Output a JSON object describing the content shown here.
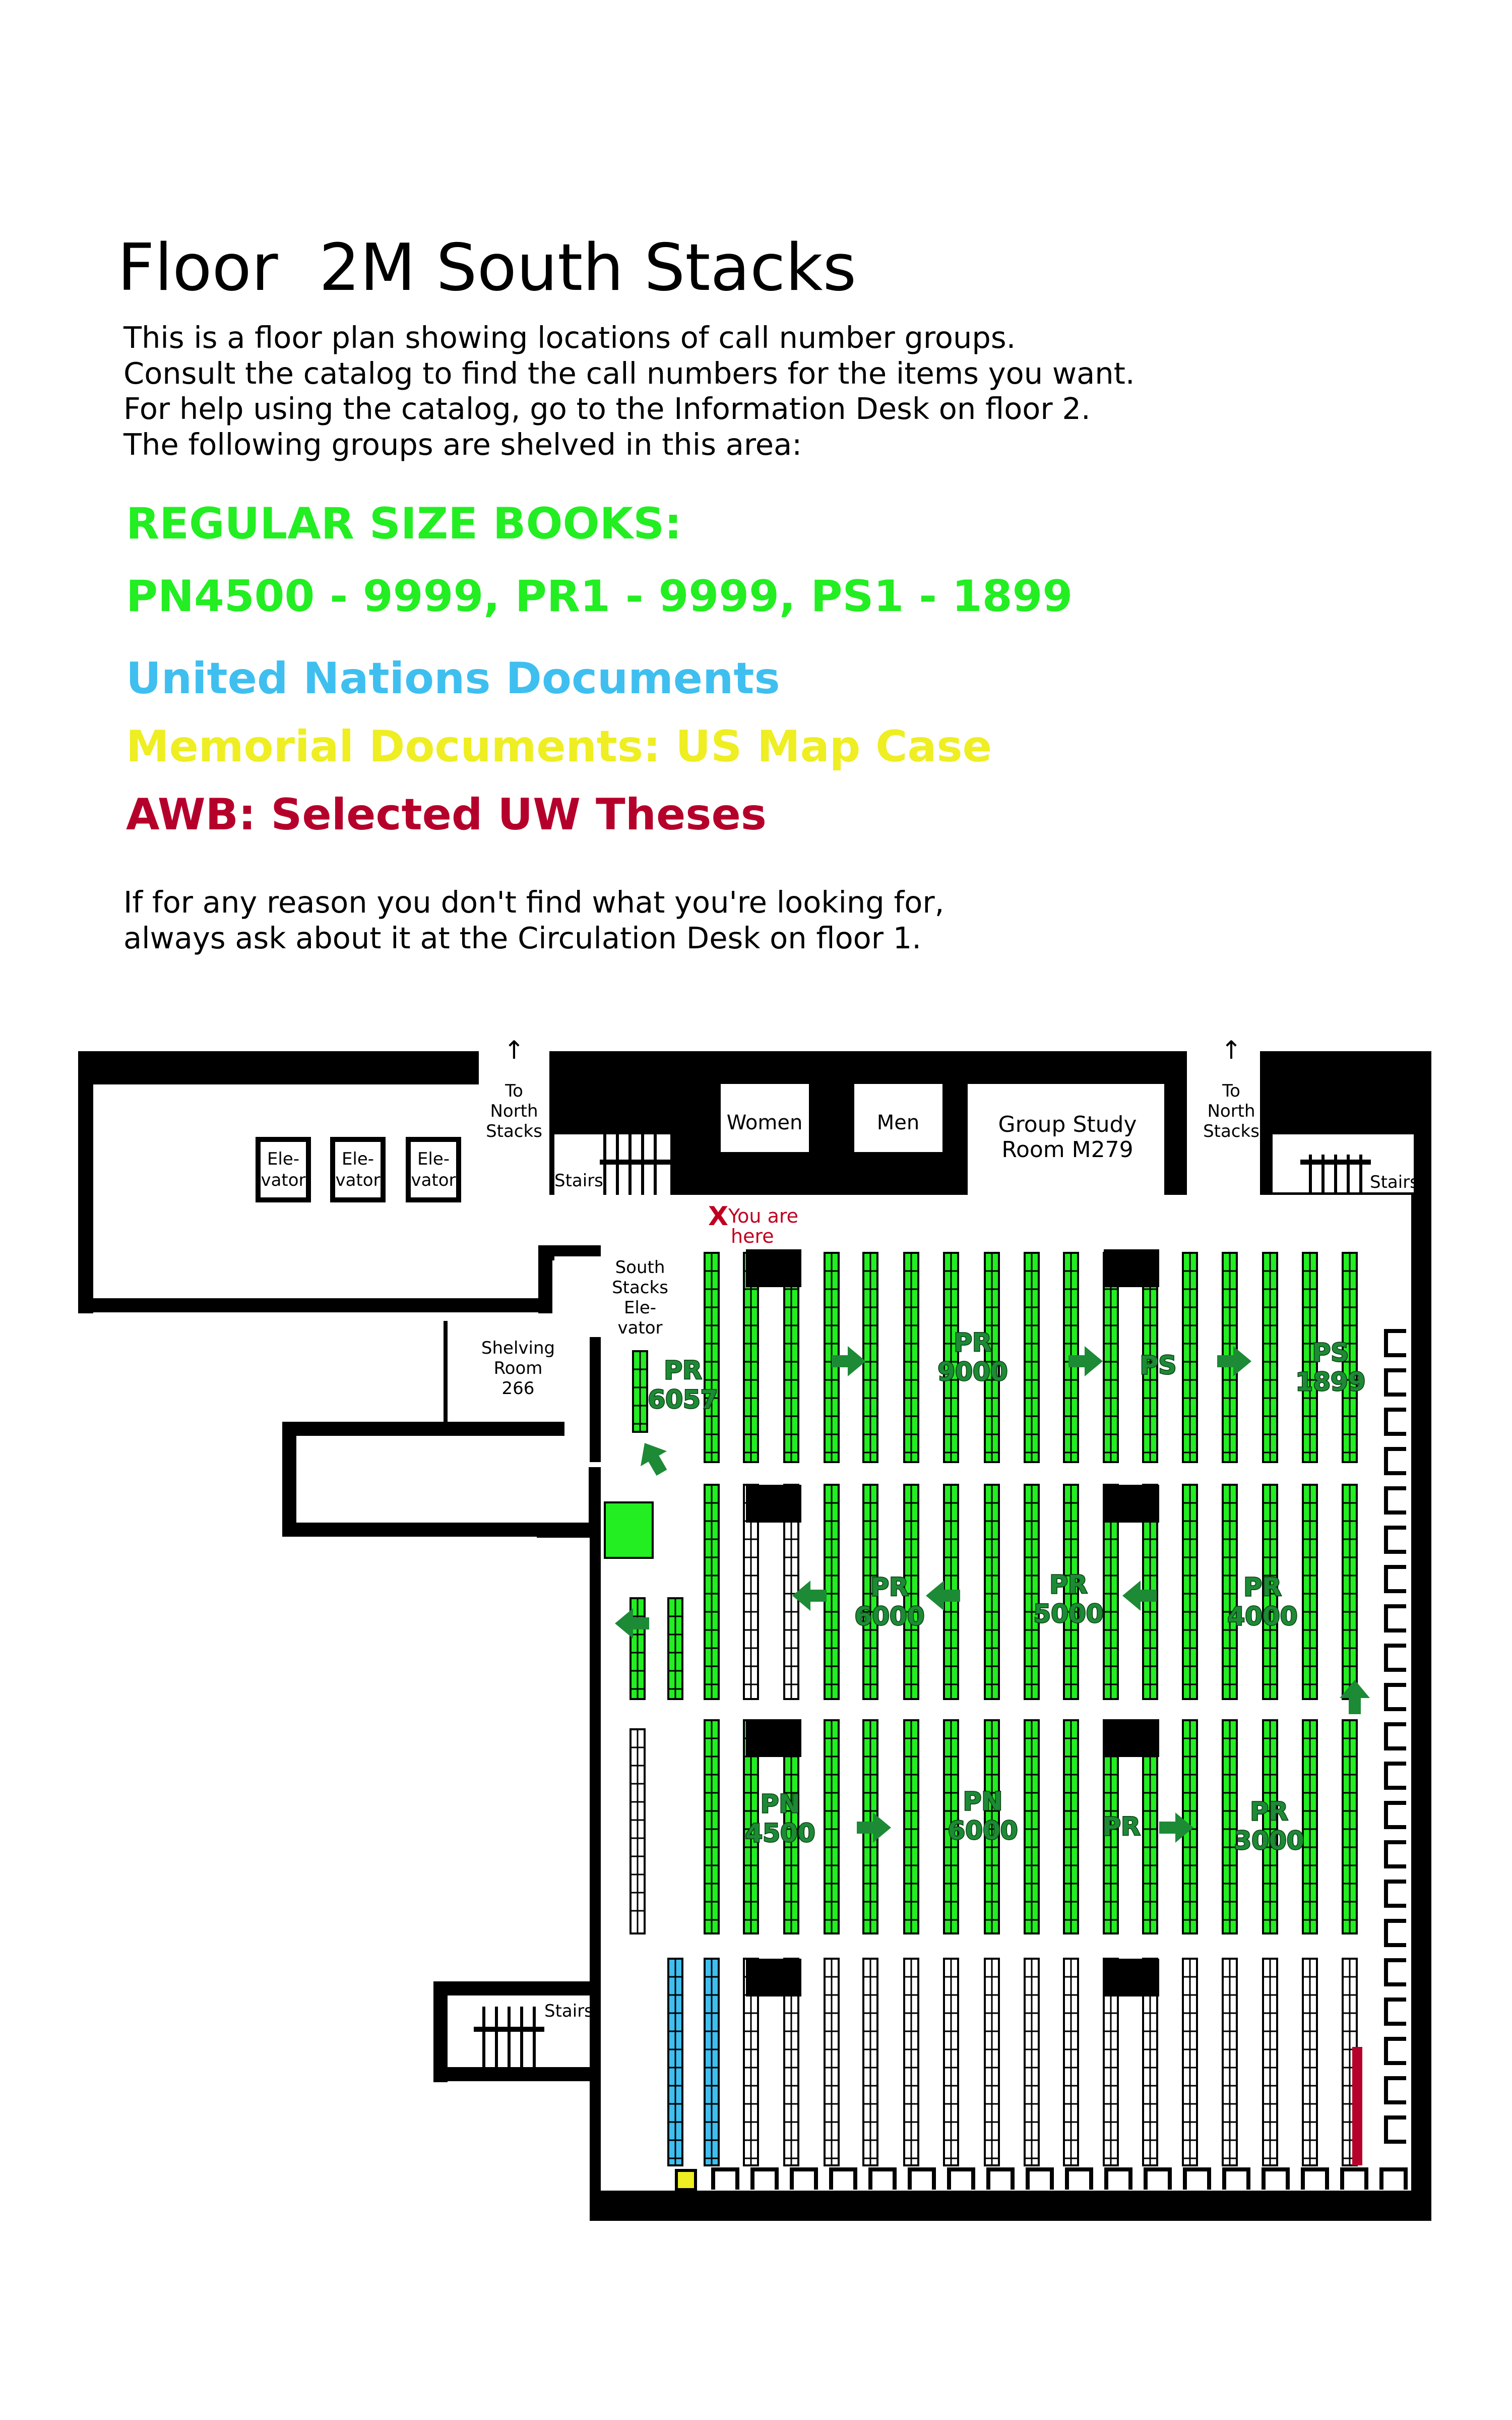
{
  "title": "Floor  2M South Stacks",
  "intro_lines": [
    "This is a floor plan showing locations of call number groups.",
    "Consult the catalog to find the call numbers for the items you want.",
    "For help using the catalog, go to the Information Desk on floor 2.",
    "The following groups are shelved in this area:"
  ],
  "legend": {
    "regular_heading": "REGULAR SIZE BOOKS:",
    "regular_ranges": "PN4500 - 9999, PR1 - 9999, PS1 - 1899",
    "un_docs": "United Nations Documents",
    "memorial_docs": "Memorial Documents: US Map Case",
    "awb": "AWB: Selected UW Theses"
  },
  "help_lines": [
    "If for any reason you don't find what you're looking for,",
    "always ask about it at the Circulation Desk on floor 1."
  ],
  "colors": {
    "regular": "#22ee22",
    "un": "#3fbfef",
    "memorial": "#eeee22",
    "awb": "#b5002b",
    "group_label": "#1d8a36",
    "walls": "#000000",
    "you_are_here": "#c0001f"
  },
  "map": {
    "elevator_label_1": "Ele-",
    "elevator_label_2": "vator",
    "to_north_stacks": [
      "To",
      "North",
      "Stacks"
    ],
    "stairs": "Stairs",
    "women": "Women",
    "men": "Men",
    "group_study": [
      "Group Study",
      "Room M279"
    ],
    "you_are_here_marker": "X",
    "you_are_here": [
      "You are",
      "here"
    ],
    "south_stacks_elevator": [
      "South",
      "Stacks",
      "Ele-",
      "vator"
    ],
    "shelving_room": [
      "Shelving",
      "Room",
      "266"
    ],
    "groups": [
      {
        "top": "PR",
        "bottom": "6057"
      },
      {
        "top": "PR",
        "bottom": "9000"
      },
      {
        "top": "PS",
        "bottom": ""
      },
      {
        "top": "PS",
        "bottom": "1899"
      },
      {
        "top": "PR",
        "bottom": "6000"
      },
      {
        "top": "PR",
        "bottom": "5000"
      },
      {
        "top": "PR",
        "bottom": "4000"
      },
      {
        "top": "PN",
        "bottom": "4500"
      },
      {
        "top": "PN",
        "bottom": "6000"
      },
      {
        "top": "PR",
        "bottom": ""
      },
      {
        "top": "PR",
        "bottom": "3000"
      }
    ]
  }
}
